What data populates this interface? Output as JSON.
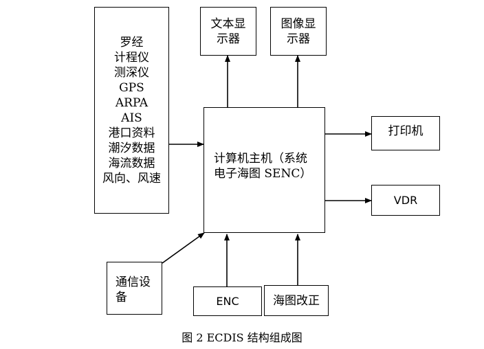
{
  "sensors": {
    "items": [
      "罗经",
      "计程仪",
      "测深仪",
      "GPS",
      "ARPA",
      "AIS",
      "港口资料",
      "潮汐数据",
      "海流数据",
      "风向、风速"
    ]
  },
  "text_display": {
    "line1": "文本显",
    "line2": "示器"
  },
  "image_display": {
    "line1": "图像显",
    "line2": "示器"
  },
  "host": {
    "line1": "计算机主机（系统",
    "line2": "电子海图 SENC）"
  },
  "printer": {
    "label": "打印机"
  },
  "vdr": {
    "label": "VDR"
  },
  "comm": {
    "line1": "通信设",
    "line2": "备"
  },
  "enc": {
    "label": "ENC"
  },
  "chart_correction": {
    "label": "海图改正"
  },
  "caption": "图 2 ECDIS 结构组成图"
}
